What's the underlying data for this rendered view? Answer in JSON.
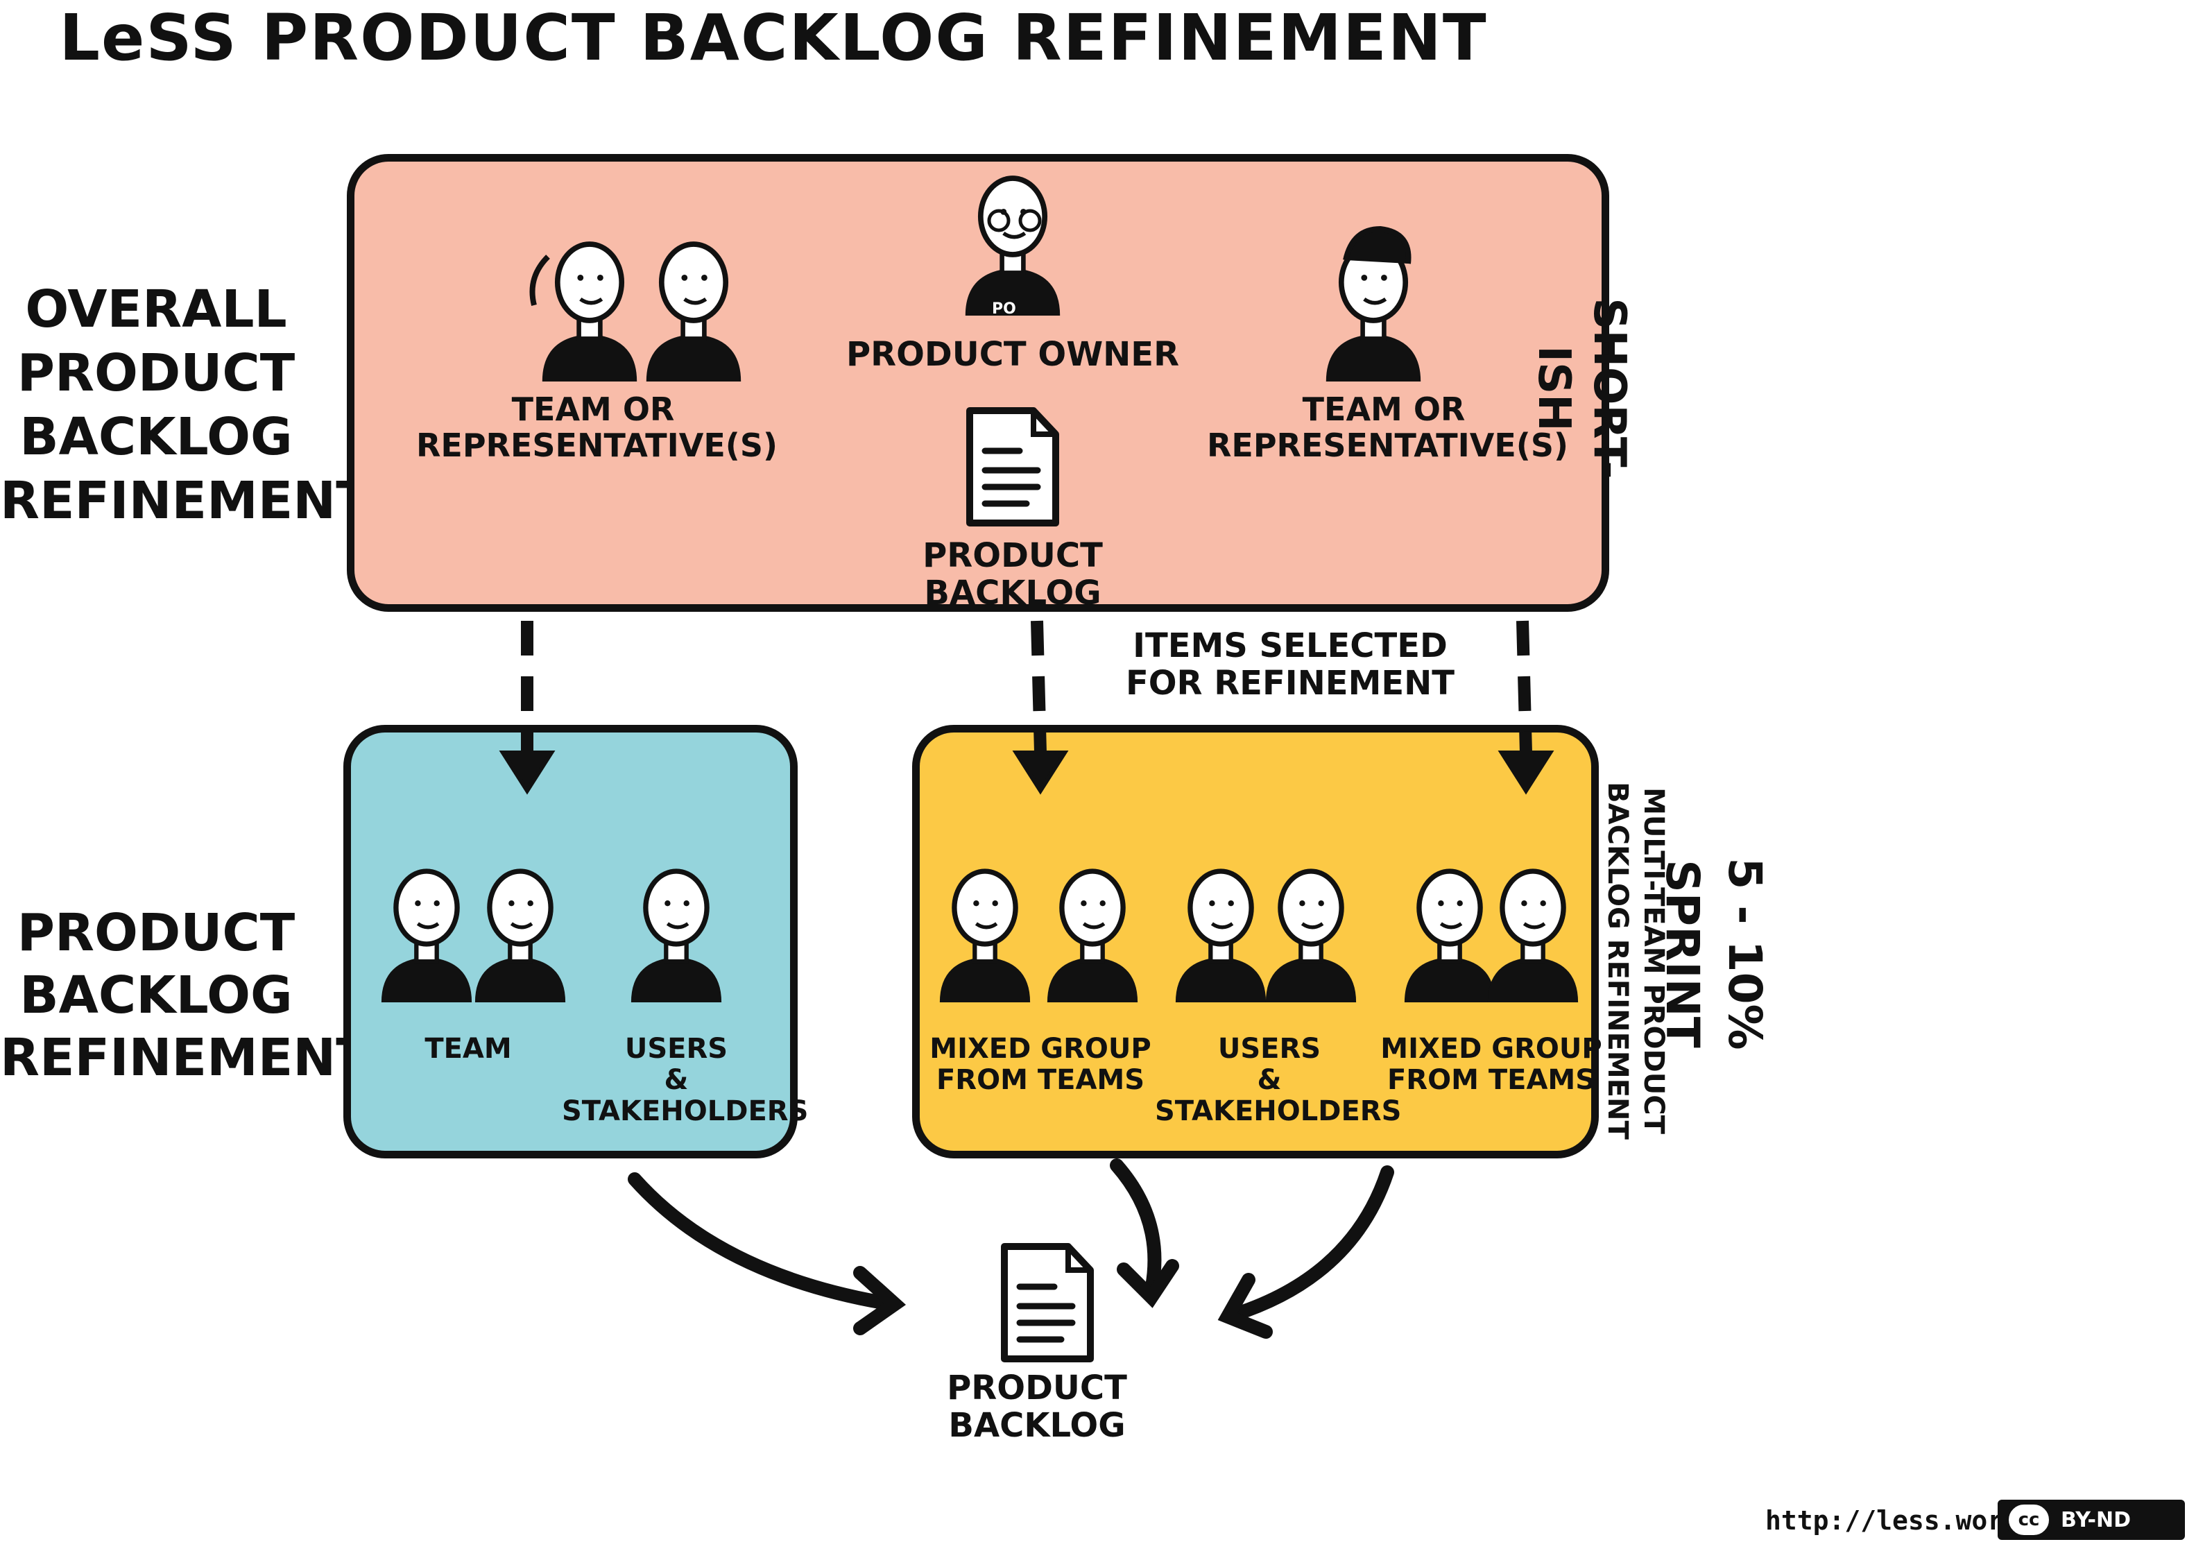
{
  "title": "LeSS PRODUCT BACKLOG REFINEMENT",
  "colors": {
    "overall_box": "#F8BCA9",
    "team_box": "#95D4DC",
    "multi_box": "#FCC945",
    "ink": "#111111"
  },
  "left_labels": {
    "overall": "OVERALL\nPRODUCT\nBACKLOG\nREFINEMENT",
    "pbr": "PRODUCT\nBACKLOG\nREFINEMENT"
  },
  "overall_box": {
    "left_group": "TEAM OR\nREPRESENTATIVE(S)",
    "product_owner": "PRODUCT OWNER",
    "po_badge": "PO",
    "product_backlog": "PRODUCT BACKLOG",
    "right_group": "TEAM OR\nREPRESENTATIVE(S)"
  },
  "right_labels": {
    "short_ish": "SHORT-ISH",
    "sprint": "5 - 10% SPRINT",
    "multi_team": "MULTI-TEAM PRODUCT\nBACKLOG REFINEMENT"
  },
  "items_selected": "ITEMS SELECTED\nFOR REFINEMENT",
  "team_box": {
    "team": "TEAM",
    "users": "USERS\n& STAKEHOLDERS"
  },
  "multi_box": {
    "mixed_left": "MIXED GROUP\nFROM TEAMS",
    "users": "USERS\n& STAKEHOLDERS",
    "mixed_right": "MIXED GROUP\nFROM TEAMS"
  },
  "bottom_backlog": "PRODUCT BACKLOG",
  "footer": {
    "url": "http://less.works",
    "license_cc": "cc",
    "license": "BY-ND"
  }
}
